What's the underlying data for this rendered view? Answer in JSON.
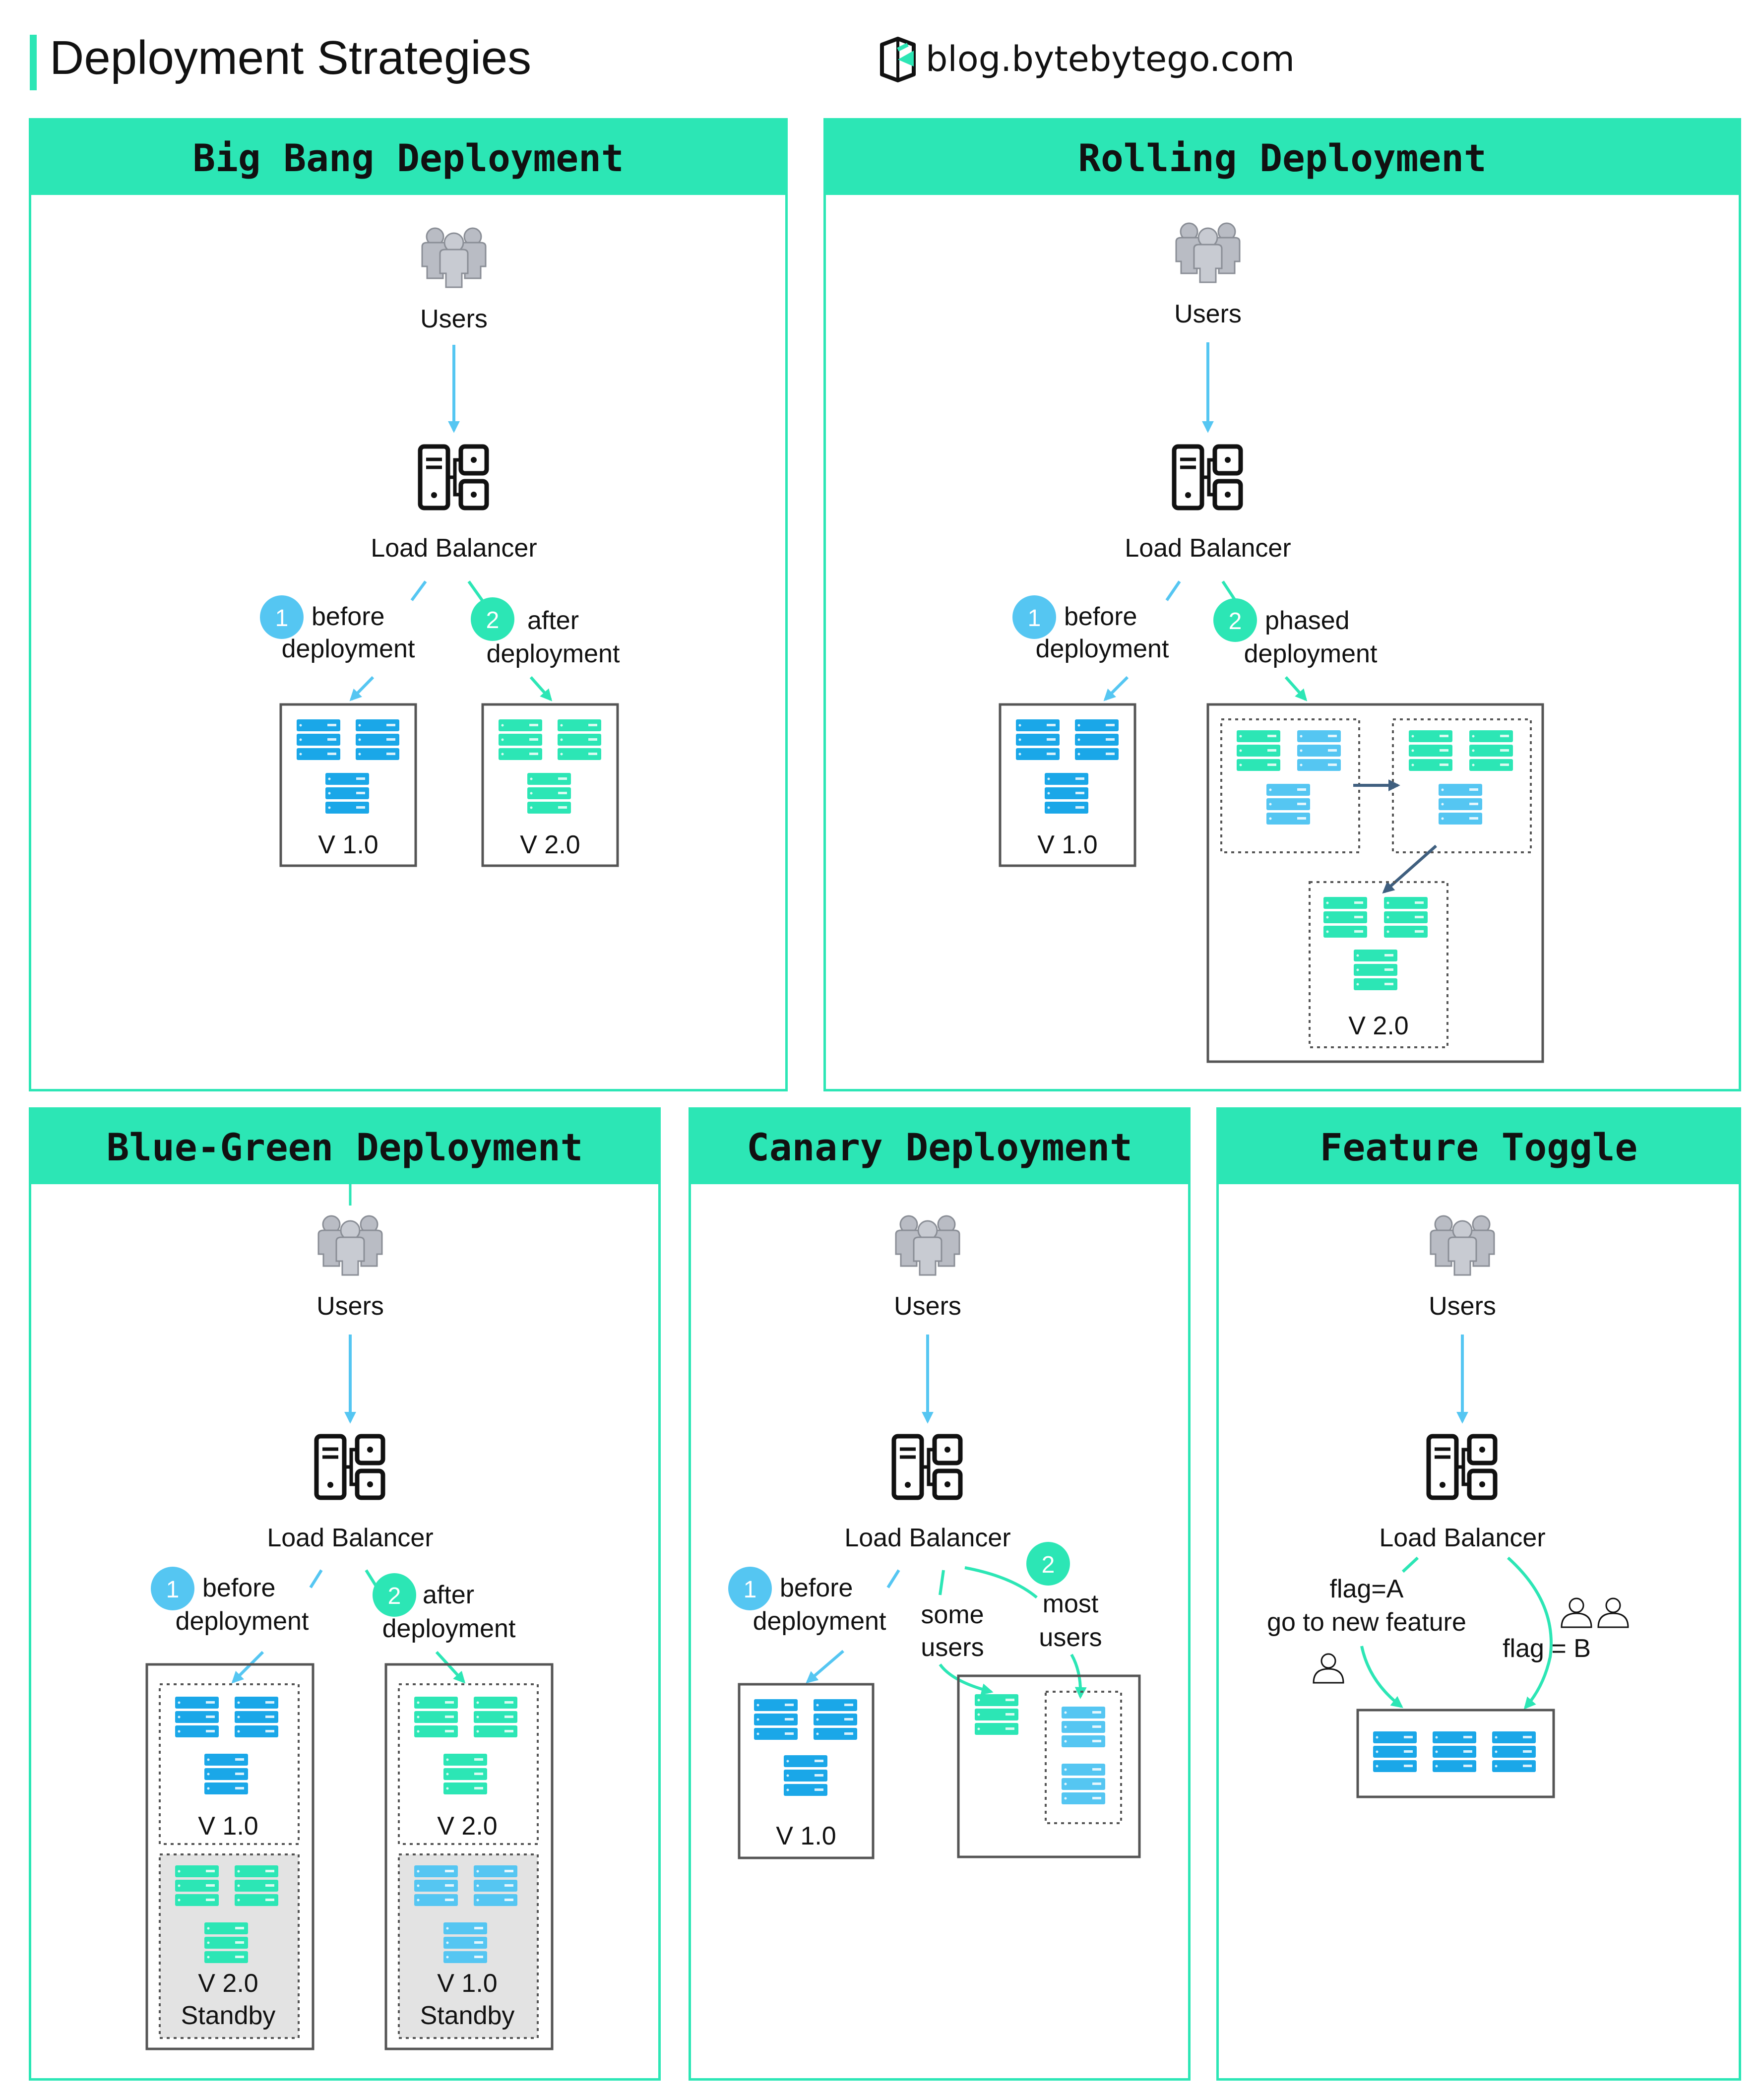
{
  "header": {
    "title": "Deployment Strategies",
    "brand": "blog.bytebytego.com"
  },
  "colors": {
    "accent": "#2ce6b5",
    "blue": "#1aa7e8",
    "light_blue": "#55c6f2",
    "green": "#2ce6b5",
    "dark_arrow": "#3f5f7f",
    "standby_bg": "#e3e3e3"
  },
  "icons": {
    "users": "users-group-icon",
    "load_balancer": "load-balancer-icon",
    "server": "server-stack-icon",
    "person": "person-icon",
    "logo": "bytebytego-logo-icon"
  },
  "panels": {
    "big_bang": {
      "title": "Big Bang Deployment",
      "users": "Users",
      "lb": "Load Balancer",
      "step1_num": "1",
      "step1_line1": "before",
      "step1_line2": "deployment",
      "step2_num": "2",
      "step2_line1": "after",
      "step2_line2": "deployment",
      "old_version": "V 1.0",
      "new_version": "V 2.0"
    },
    "rolling": {
      "title": "Rolling Deployment",
      "users": "Users",
      "lb": "Load Balancer",
      "step1_num": "1",
      "step1_line1": "before",
      "step1_line2": "deployment",
      "step2_num": "2",
      "step2_line1": "phased",
      "step2_line2": "deployment",
      "old_version": "V 1.0",
      "new_version": "V 2.0"
    },
    "blue_green": {
      "title": "Blue-Green Deployment",
      "users": "Users",
      "lb": "Load Balancer",
      "step1_num": "1",
      "step1_line1": "before",
      "step1_line2": "deployment",
      "step2_num": "2",
      "step2_line1": "after",
      "step2_line2": "deployment",
      "left_active": "V 1.0",
      "left_standby_version": "V 2.0",
      "left_standby_label": "Standby",
      "right_active": "V 2.0",
      "right_standby_version": "V 1.0",
      "right_standby_label": "Standby"
    },
    "canary": {
      "title": "Canary Deployment",
      "users": "Users",
      "lb": "Load Balancer",
      "step1_num": "1",
      "step1_line1": "before",
      "step1_line2": "deployment",
      "step2_num": "2",
      "some_line1": "some",
      "some_line2": "users",
      "most_line1": "most",
      "most_line2": "users",
      "old_version": "V 1.0"
    },
    "feature_toggle": {
      "title": "Feature Toggle",
      "users": "Users",
      "lb": "Load Balancer",
      "flag_a_line1": "flag=A",
      "flag_a_line2": "go to new feature",
      "flag_b": "flag = B"
    }
  }
}
